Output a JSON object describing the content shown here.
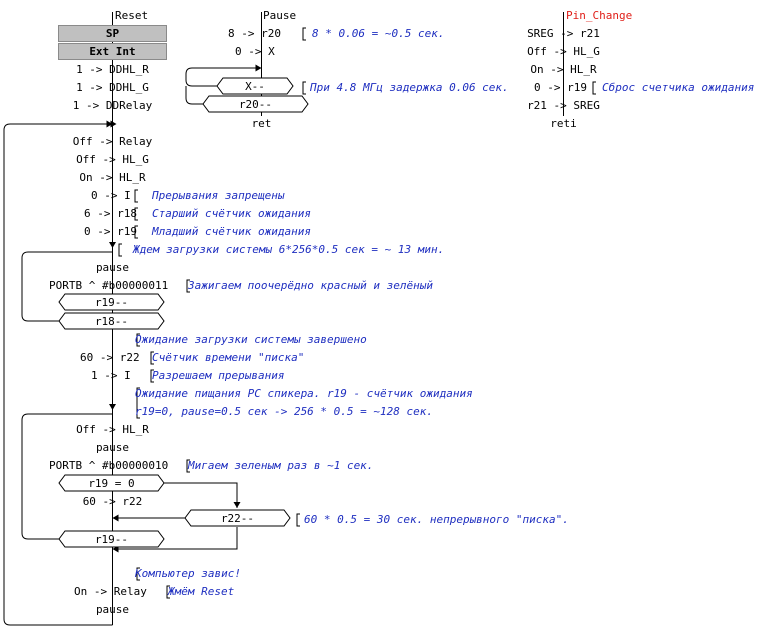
{
  "colors": {
    "comment": "#1f2fc0",
    "label_red": "#e0201a",
    "box_fill": "#c0c0c0",
    "line": "#000000"
  },
  "reset": {
    "label": "Reset",
    "sp": "SP",
    "ext_int": "Ext Int",
    "l1": "1 -> DDHL_R",
    "l2": "1 -> DDHL_G",
    "l3": "1 -> DDRelay",
    "l4": "Off -> Relay",
    "l5": "Off -> HL_G",
    "l6": "On -> HL_R",
    "l7": "0 -> I",
    "c7": "Прерывания запрещены",
    "l8": "6 -> r18",
    "c8": "Старший счётчик ожидания",
    "l9": "0 -> r19",
    "c9": "Младший счётчик ожидания",
    "c10": "Ждем загрузки системы 6*256*0.5 сек = ~ 13 мин.",
    "pause1": "pause",
    "portb1": "PORTB ^ #b00000011",
    "c_portb1": "Зажигаем поочерёдно красный и зелёный",
    "dec19": "r19--",
    "dec18": "r18--",
    "c_done": "Ожидание загрузки системы завершено",
    "l_r22": "60 -> r22",
    "c_r22": "Счётчик времени \"писка\"",
    "l_i1": "1 -> I",
    "c_i1": "Разрешаем прерывания",
    "c_wait1": "Ожидание пищания PC спикера. r19 - счётчик ожидания",
    "c_wait2": "r19=0, pause=0.5 сек -> 256 * 0.5 = ~128 сек.",
    "l_hlr": "Off -> HL_R",
    "pause2": "pause",
    "portb2": "PORTB ^ #b00000010",
    "c_portb2": "Мигаем зеленым раз в ~1 сек.",
    "cond19": "r19 = 0",
    "l_r22b": "60 -> r22",
    "dec22": "r22--",
    "c_dec22": "60 * 0.5 = 30 сек. непрерывного \"писка\".",
    "dec19b": "r19--",
    "c_hang": "Компьютер завис!",
    "l_relay": "On -> Relay",
    "c_relay": "Жмём Reset",
    "pause3": "pause"
  },
  "pause_proc": {
    "label": "Pause",
    "l1": "8 -> r20",
    "c1": "8 * 0.06 = ~0.5 сек.",
    "l2": "0 -> X",
    "dec_x": "X--",
    "c_x": "При 4.8 МГц задержка 0.06 сек.",
    "dec20": "r20--",
    "ret": "ret"
  },
  "pin_change": {
    "label": "Pin_Change",
    "l1": "SREG -> r21",
    "l2": "Off -> HL_G",
    "l3": "On -> HL_R",
    "l4": "0 -> r19",
    "c4": "Сброс счетчика ожидания",
    "l5": "r21 -> SREG",
    "reti": "reti"
  }
}
